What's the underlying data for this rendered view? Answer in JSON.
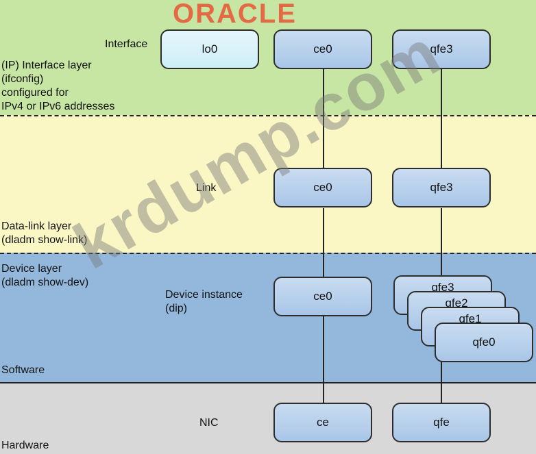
{
  "logo": {
    "text": "ORACLE"
  },
  "watermark": "krdump.com",
  "layers": {
    "interface": {
      "title": "Interface",
      "desc": [
        "(IP) Interface layer",
        "(ifconfig)",
        "configured for",
        "IPv4 or IPv6 addresses"
      ]
    },
    "datalink": {
      "title": "Link",
      "desc": [
        "Data-link layer",
        "(dladm show-link)"
      ]
    },
    "device": {
      "title": [
        "Device instance",
        "(dip)"
      ],
      "desc": [
        "Device layer",
        "(dladm show-dev)"
      ],
      "software": "Software"
    },
    "hardware": {
      "title": "NIC",
      "footer": "Hardware"
    }
  },
  "boxes": {
    "interface": [
      "lo0",
      "ce0",
      "qfe3"
    ],
    "link": [
      "ce0",
      "qfe3"
    ],
    "device_single": "ce0",
    "device_stack": [
      "qfe3",
      "qfe2",
      "qfe1",
      "qfe0"
    ],
    "nic": [
      "ce",
      "qfe"
    ]
  },
  "colors": {
    "interface_band": "#c7e6a3",
    "datalink_band": "#fbf7c5",
    "device_band": "#93b8dc",
    "hardware_band": "#d8d8d8",
    "box_fill": "#b5cfea",
    "logo": "#e46a45"
  }
}
